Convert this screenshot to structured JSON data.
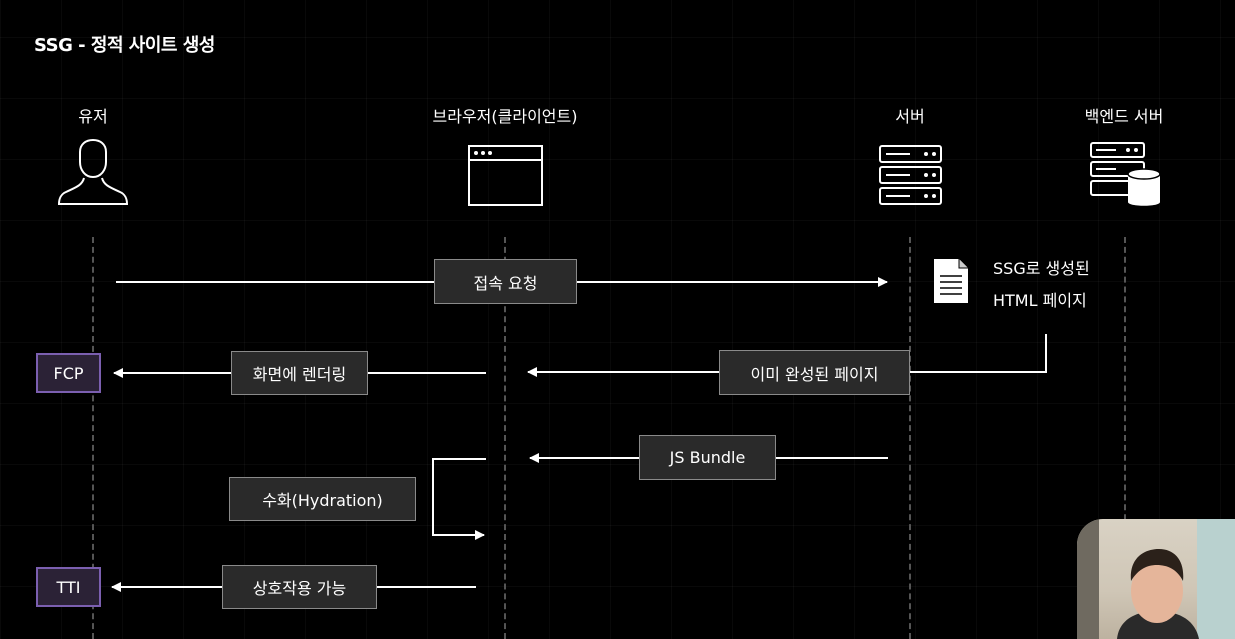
{
  "title": "SSG - 정적 사이트 생성",
  "actors": {
    "user": "유저",
    "browser": "브라우저(클라이언트)",
    "server": "서버",
    "backend": "백엔드 서버"
  },
  "messages": {
    "request": "접속 요청",
    "completed_page": "이미 완성된 페이지",
    "render": "화면에 렌더링",
    "js_bundle": "JS Bundle",
    "hydration": "수화(Hydration)",
    "interactive": "상호작용 가능"
  },
  "metrics": {
    "fcp": "FCP",
    "tti": "TTI"
  },
  "ssg_note": {
    "line1": "SSG로 생성된",
    "line2": "HTML 페이지"
  },
  "colors": {
    "background": "#000000",
    "box_fill": "#2a2a2a",
    "box_border": "#8a8a8a",
    "metric_border": "#7b5fb0",
    "lifeline": "#555555",
    "arrow": "#ffffff"
  },
  "icons": [
    "user-icon",
    "browser-window-icon",
    "server-rack-icon",
    "backend-database-icon",
    "document-icon",
    "presenter-webcam"
  ]
}
